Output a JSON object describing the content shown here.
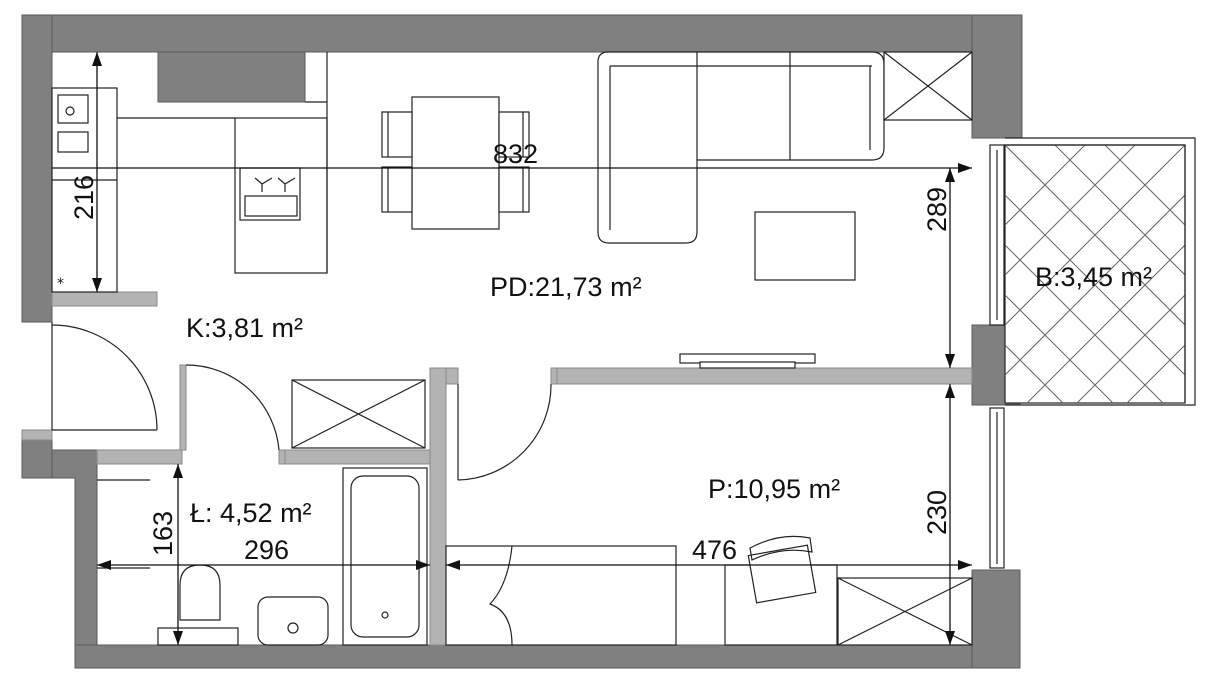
{
  "rooms": {
    "living": "PD:21,73 m²",
    "kitchen": "K:3,81 m²",
    "bathroom": "Ł: 4,52 m²",
    "bedroom": "P:10,95 m²",
    "balcony": "B:3,45 m²"
  },
  "dimensions": {
    "width_living": "832",
    "kitchen_depth": "216",
    "living_depth": "289",
    "bathroom_width": "296",
    "bathroom_depth": "163",
    "bedroom_width": "476",
    "bedroom_depth": "230"
  },
  "colors": {
    "wall": "#808080",
    "partition": "#b3b3b3",
    "line": "#222222"
  }
}
